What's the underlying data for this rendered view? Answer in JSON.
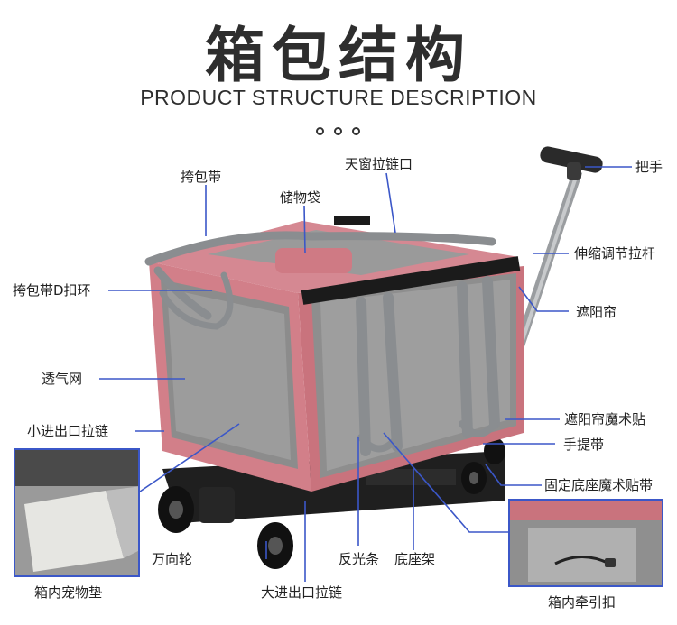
{
  "title_cn": "箱包结构",
  "title_en": "PRODUCT STRUCTURE DESCRIPTION",
  "labels": {
    "shoulder_strap": "挎包带",
    "skylight_zipper": "天窗拉链口",
    "handle": "把手",
    "storage_bag": "储物袋",
    "telescopic_rod": "伸缩调节拉杆",
    "strap_d_ring": "挎包带D扣环",
    "sunshade": "遮阳帘",
    "ventilation_mesh": "透气网",
    "sunshade_velcro": "遮阳帘魔术贴",
    "small_zipper": "小进出口拉链",
    "carry_handle": "手提带",
    "base_velcro_strap": "固定底座魔术贴带",
    "universal_wheel": "万向轮",
    "reflective_strip": "反光条",
    "base_frame": "底座架",
    "pet_pad": "箱内宠物垫",
    "large_zipper": "大进出口拉链",
    "leash_buckle": "箱内牵引扣"
  },
  "colors": {
    "leader_line": "#3b57c8",
    "bag_pink": "#d27f89",
    "mesh_grey": "#8c8c8c",
    "strap_grey": "#8a8d90",
    "frame_black": "#1b1b1b"
  }
}
